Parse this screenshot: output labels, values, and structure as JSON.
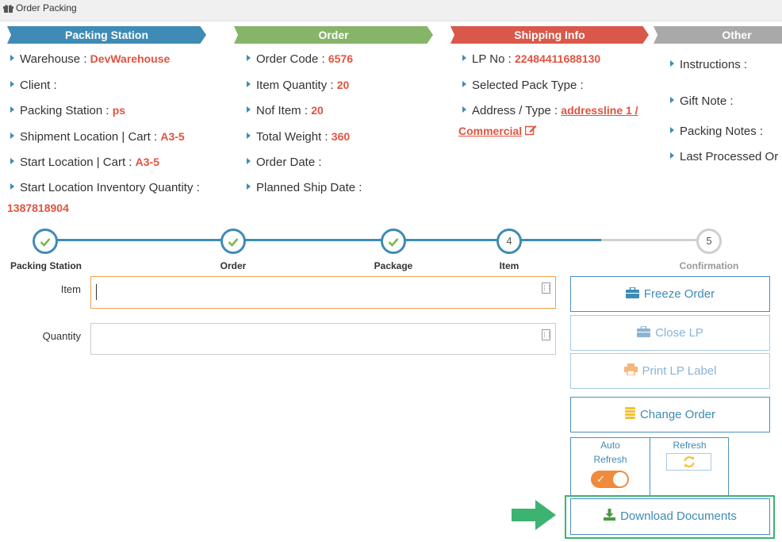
{
  "window": {
    "title": "Order Packing",
    "title_icon": "gift-icon"
  },
  "banners": {
    "packing_station": "Packing Station",
    "order": "Order",
    "shipping_info": "Shipping Info",
    "other": "Other"
  },
  "packing": {
    "warehouse_label": "Warehouse :",
    "warehouse_value": "DevWarehouse",
    "client_label": "Client :",
    "packing_station_label": "Packing Station :",
    "packing_station_value": "ps",
    "shipment_location_label": "Shipment Location | Cart :",
    "shipment_location_value": "A3-5",
    "start_location_label": "Start Location | Cart :",
    "start_location_value": "A3-5",
    "inventory_qty_label": "Start Location Inventory Quantity :",
    "inventory_qty_value": "1387818904"
  },
  "order": {
    "order_code_label": "Order Code :",
    "order_code_value": "6576",
    "item_qty_label": "Item Quantity :",
    "item_qty_value": "20",
    "nof_item_label": "Nof Item :",
    "nof_item_value": "20",
    "total_weight_label": "Total Weight :",
    "total_weight_value": "360",
    "order_date_label": "Order Date :",
    "planned_ship_label": "Planned Ship Date :"
  },
  "shipping": {
    "lp_no_label": "LP No :",
    "lp_no_value": "22484411688130",
    "pack_type_label": "Selected Pack Type :",
    "address_label": "Address / Type :",
    "address_value_1": "addressline 1 /",
    "address_value_2": "Commercial",
    "edit_icon": "edit-icon"
  },
  "other": {
    "instructions_label": "Instructions :",
    "gift_note_label": "Gift Note :",
    "packing_notes_label": "Packing Notes :",
    "last_processed_label": "Last Processed Or"
  },
  "steps": [
    {
      "label": "Packing Station",
      "state": "done"
    },
    {
      "label": "Order",
      "state": "done"
    },
    {
      "label": "Package",
      "state": "done"
    },
    {
      "label": "Item",
      "state": "current",
      "number": "4"
    },
    {
      "label": "Confirmation",
      "state": "pending",
      "number": "5"
    }
  ],
  "form": {
    "item_label": "Item",
    "item_value": "",
    "quantity_label": "Quantity",
    "quantity_value": ""
  },
  "actions": {
    "freeze_order": "Freeze Order",
    "close_lp": "Close LP",
    "print_lp_label": "Print LP Label",
    "change_order": "Change Order",
    "auto_refresh_label_1": "Auto",
    "auto_refresh_label_2": "Refresh",
    "auto_refresh_on": true,
    "refresh_label": "Refresh",
    "download_documents": "Download Documents"
  },
  "colors": {
    "packing_station": "#3f8bb5",
    "order": "#86b56a",
    "shipping": "#d9584a",
    "other": "#a9a9a9",
    "value_text": "#e0533f",
    "highlight_green": "#3cb371",
    "toggle_on": "#f08a3c"
  }
}
